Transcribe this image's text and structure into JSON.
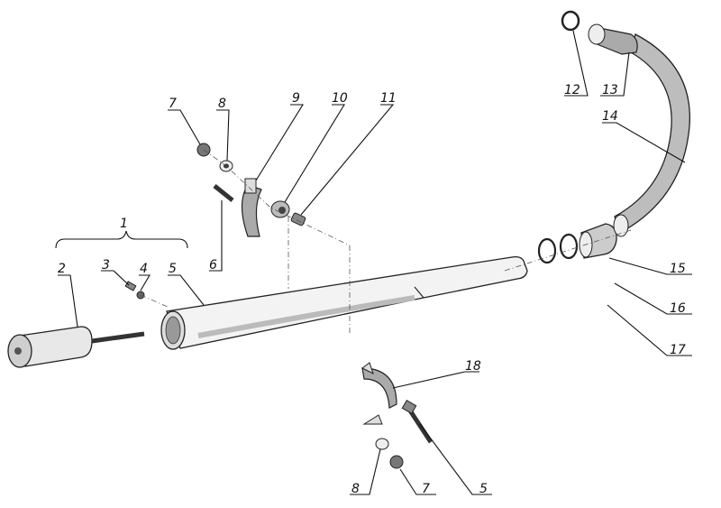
{
  "callouts": [
    {
      "id": "c1",
      "label": "1"
    },
    {
      "id": "c2",
      "label": "2"
    },
    {
      "id": "c3",
      "label": "3"
    },
    {
      "id": "c4",
      "label": "4"
    },
    {
      "id": "c5a",
      "label": "5"
    },
    {
      "id": "c6",
      "label": "6"
    },
    {
      "id": "c7a",
      "label": "7"
    },
    {
      "id": "c8a",
      "label": "8"
    },
    {
      "id": "c9",
      "label": "9"
    },
    {
      "id": "c10",
      "label": "10"
    },
    {
      "id": "c11",
      "label": "11"
    },
    {
      "id": "c12",
      "label": "12"
    },
    {
      "id": "c13",
      "label": "13"
    },
    {
      "id": "c14",
      "label": "14"
    },
    {
      "id": "c15",
      "label": "15"
    },
    {
      "id": "c16",
      "label": "16"
    },
    {
      "id": "c17",
      "label": "17"
    },
    {
      "id": "c18",
      "label": "18"
    },
    {
      "id": "c8b",
      "label": "8"
    },
    {
      "id": "c7b",
      "label": "7"
    },
    {
      "id": "c5b",
      "label": "5"
    }
  ]
}
